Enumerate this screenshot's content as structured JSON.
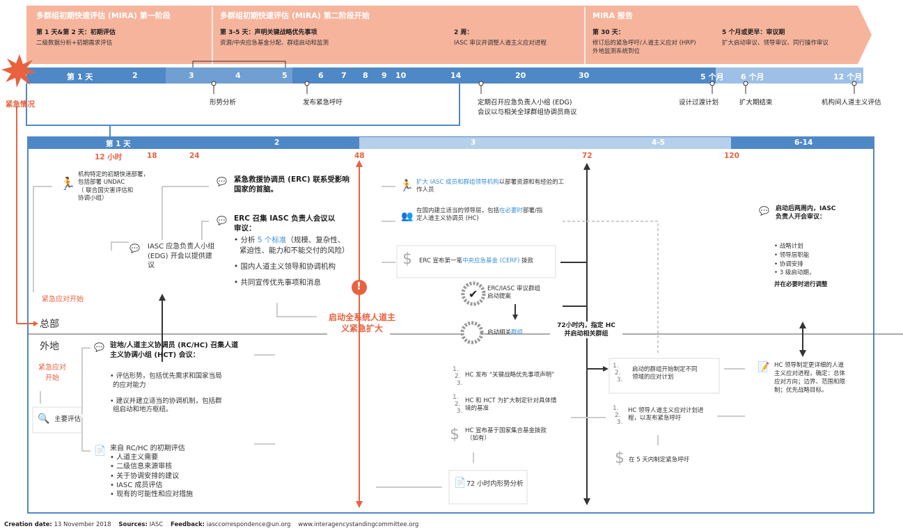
{
  "top": {
    "phase1_title": "多群组初期快速评估 (MIRA) 第一阶段",
    "phase2_title": "多群组初期快速评估 (MIRA) 第二阶段开始",
    "report_title": "MIRA 报告",
    "col1_bold": "第 1 天&第 2 天：初期评估",
    "col1_sub": "二级数据分析+初期需求评估",
    "col2_bold": "第 3-5 天：声明关键战略优先事项",
    "col2_sub": "资源/中央应急基金分配、群组启动和监测",
    "col3_bold": "2 周：",
    "col3_sub": "IASC 审议并调整人道主义应对进程",
    "col4_bold": "第 30 天：",
    "col4_sub1": "修订后的紧急呼吁/人道主义应对 (HRP)",
    "col4_sub2": "外地监测系统到位",
    "col5_bold": "5 个月或更早：审议期",
    "col5_sub": "扩大启动审议、领导审议、同行操作审议"
  },
  "timeline": {
    "labels": [
      "第 1 天",
      "2",
      "3",
      "4",
      "5",
      "6",
      "7",
      "8",
      "9",
      "10",
      "14",
      "20",
      "30",
      "5 个月",
      "6 个月",
      "12 个月"
    ],
    "emergency": "紧急情况",
    "below": [
      "形势分析",
      "发布紧急呼吁",
      "定期召开应急负责人小组 (EDG)",
      "会议以与相关全球群组协调员商议",
      "设计过渡计划",
      "扩大期结束",
      "机构间人道主义评估"
    ]
  },
  "days": {
    "d1": "第 1 天",
    "d2": "2",
    "d3": "3",
    "d45": "4-5",
    "d614": "6-14",
    "hours": [
      "12 小时",
      "18",
      "24",
      "48",
      "72",
      "120"
    ]
  },
  "hq": {
    "agency": "机构特定的初期快速部署，包括部署 UNDAC （联合国灾害评估和协调小组）",
    "agency_l1": "机构特定的初期快速部署，",
    "agency_l2": "包括部署 UNDAC",
    "agency_l3": "（ 联合国灾害评估和",
    "agency_l4": "协调小组）",
    "start": "紧急应对开始",
    "edg_l1": "IASC 应急负责人小组",
    "edg_l2": "(EDG) 开会以提供建",
    "edg_l3": "议",
    "erc_l1": "紧急救援协调员 (ERC) 联系受影响",
    "erc_l2": "国家的首脑。",
    "erc2_l1": "ERC 召集 IASC 负责人会议以",
    "erc2_l2": "审议：",
    "b1_a": "• 分析 ",
    "b1_link": "5 个标准",
    "b1_b": "（规模、复杂性、",
    "b1_l2": "紧迫性、能力和不能交付的风险）",
    "b2": "• 国内人道主义领导和协调机构",
    "b3": "• 共同宣传优先事项和消息",
    "scale_l1": "启动全系统人道主",
    "scale_l2": "义紧急扩大",
    "expand_a": "扩大 IASC 成员和群组领导机构",
    "expand_b": "以部署资源和有经验的工",
    "expand_l2": "作人员",
    "lead_a": "在国内建立适当的领导层，包括",
    "lead_link": "在必要时",
    "lead_b": "部署/指",
    "lead_l2": "定人道主义协调员 (HC)",
    "cerf_a": "ERC 宣布第一笔",
    "cerf_link": "中央应急基金 (CERF)",
    "cerf_b": " 拨款",
    "review_l1": "ERC/IASC 审议群组",
    "review_l2": "启动提案",
    "activate_a": "启动相关",
    "activate_link": "群组",
    "hc72_l1": "72小时内，指定 HC",
    "hc72_l2": "并启动相关群组",
    "principals_l1": "启动后两周内，IASC",
    "principals_l2": "负责人开会审议：",
    "plist": [
      "• 战略计划",
      "• 领导层职能",
      "• 协调安排",
      "• 3 级启动期，"
    ],
    "adjust": "并在必要时进行调整"
  },
  "labels": {
    "hq": "总部",
    "field": "外地",
    "field_start_l1": "紧急应对",
    "field_start_l2": "开始"
  },
  "field": {
    "main_eval": "主要评估",
    "rchc_l1": "驻地/人道主义协调员 (RC/HC) 召集人道",
    "rchc_l2": "主义协调小组 (HCT) 会议：",
    "rb1_l1": "• 评估形势，包括优先需求和国家当局",
    "rb1_l2": "的应对能力",
    "rb2_l1": "• 建议并建立适当的协调机制，包括群",
    "rb2_l2": "组启动和地方枢纽。",
    "init_title": "来自 RC/HC 的初期评估",
    "init_items": [
      "• 人道主义需要",
      "• 二级信息来源审核",
      "• 关于协调安排的建议",
      "• IASC 成员评估",
      "• 现有的可能性和应对措施"
    ],
    "hc_stmt": "HC 发布 “关键战略优先事项声明”",
    "hct_l1": "HC 和 HCT 为扩大制定针对具体情",
    "hct_l2": "境的基准",
    "pool_l1": "HC 宣布基于国家集合基金拨款",
    "pool_l2": "（如有）",
    "analysis72": "72 小时内形势分析",
    "cluster_l1": "启动的群组开始制定不同",
    "cluster_l2": "领域的应对计划",
    "hc_plan_l1": "HC 领导人道主义应对计划进",
    "hc_plan_l2": "程，以发布紧急呼吁",
    "appeal5": "在 5 天内制定紧急呼吁",
    "hc_final_l1": "HC   领导制定更详细的人道",
    "hc_final_l2": "主义应对进程，确定：总体",
    "hc_final_l3": "应对方向；边界、范围和限",
    "hc_final_l4": "制；优先战略目标。"
  },
  "footer": {
    "creation_label": "Creation date:",
    "creation": "13 November 2018",
    "sources_label": "Sources:",
    "sources": "IASC",
    "feedback_label": "Feedback:",
    "feedback": "iasccorrespondence@un.org",
    "web": "www.interagencystandingcommittee.org"
  },
  "colors": {
    "salmon": "#f6b49d",
    "orange": "#e8623f",
    "blue": "#4f88c6",
    "lightblue": "#9ec0e6",
    "dark": "#333333"
  }
}
